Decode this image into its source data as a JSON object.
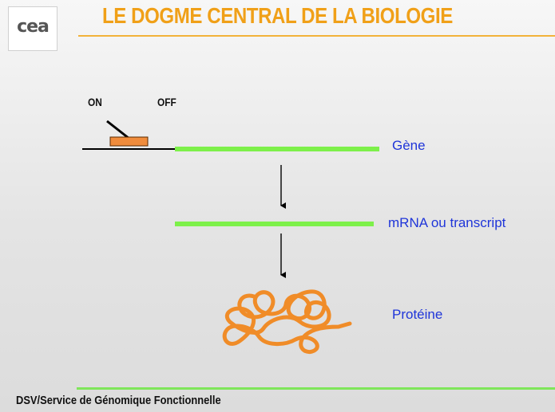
{
  "header": {
    "logo_text": "cea",
    "title": "LE DOGME CENTRAL DE LA BIOLOGIE"
  },
  "switch": {
    "on_label": "ON",
    "off_label": "OFF"
  },
  "diagram": {
    "gene_label": "Gène",
    "mrna_label": "mRNA ou transcript",
    "protein_label": "Protéine"
  },
  "footer": {
    "text": "DSV/Service de Génomique Fonctionnelle"
  },
  "colors": {
    "title": "#f0a018",
    "green_strand": "#7df04a",
    "protein": "#f08c28",
    "label_blue": "#1f35d9"
  }
}
